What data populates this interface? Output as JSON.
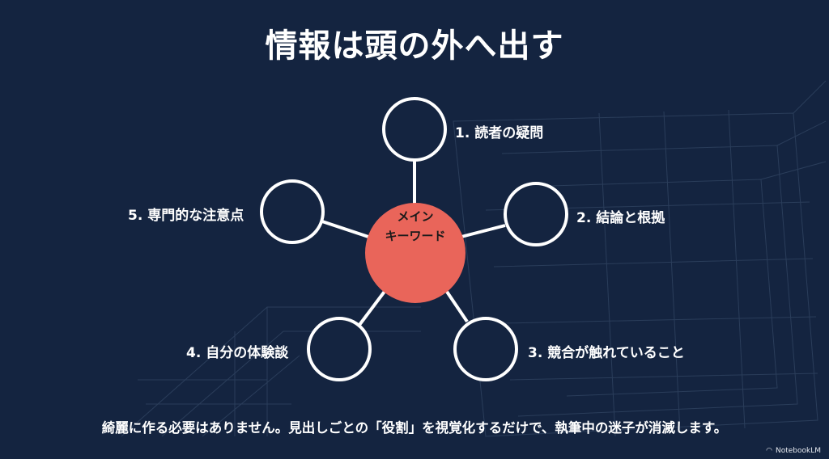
{
  "title": "情報は頭の外へ出す",
  "center": {
    "line1": "メイン",
    "line2": "キーワード"
  },
  "nodes": [
    "1. 読者の疑問",
    "2. 結論と根拠",
    "3. 競合が触れていること",
    "4. 自分の体験談",
    "5. 専門的な注意点"
  ],
  "caption": "綺麗に作る必要はありません。見出しごとの「役割」を視覚化するだけで、執筆中の迷子が消滅します。",
  "brand": "NotebookLM",
  "colors": {
    "background": "#142440",
    "center": "#e9655a",
    "outline": "#ffffff"
  },
  "icons": {
    "brand": "notebooklm-logo-icon"
  }
}
